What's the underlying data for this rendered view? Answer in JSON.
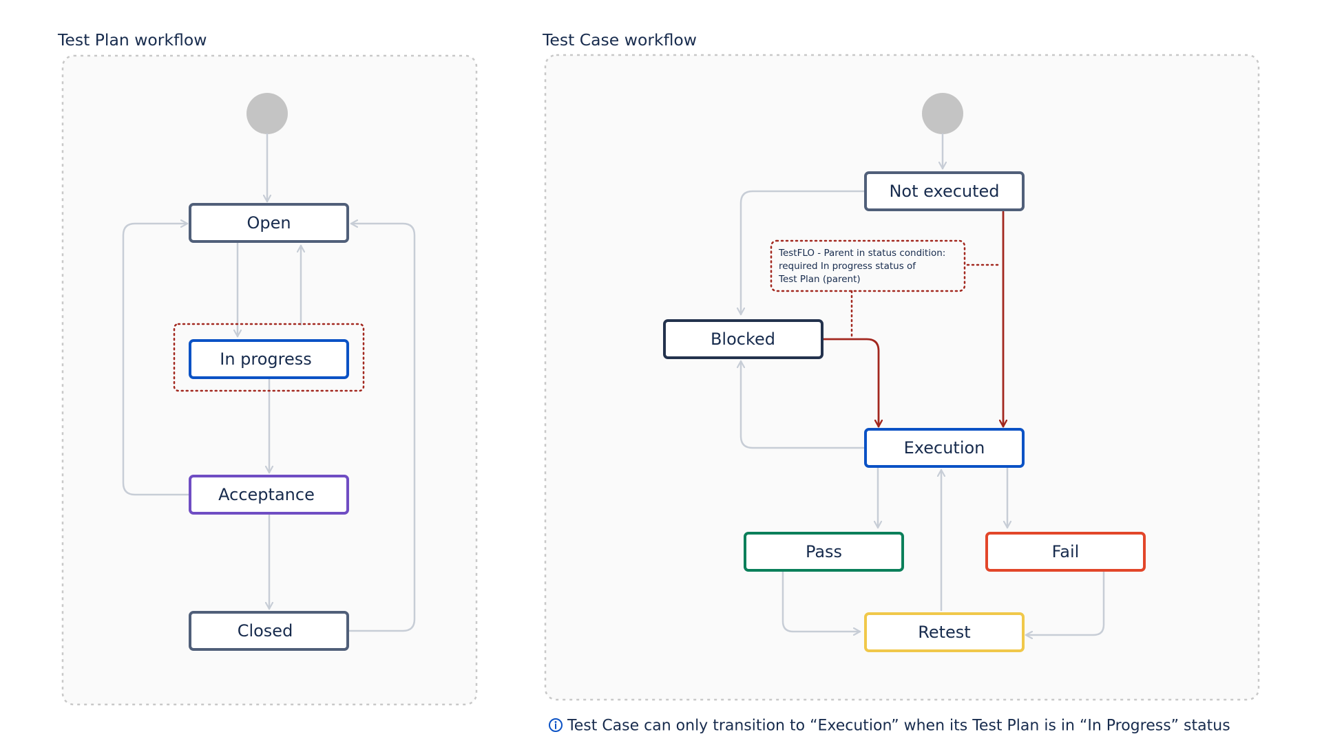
{
  "test_plan": {
    "title": "Test Plan workflow",
    "states": {
      "open": "Open",
      "in_progress": "In progress",
      "acceptance": "Acceptance",
      "closed": "Closed"
    }
  },
  "test_case": {
    "title": "Test Case workflow",
    "states": {
      "not_executed": "Not executed",
      "blocked": "Blocked",
      "execution": "Execution",
      "pass": "Pass",
      "fail": "Fail",
      "retest": "Retest"
    },
    "condition": {
      "line1": "TestFLO - Parent in status condition:",
      "line2": "required In progress status of",
      "line3": "Test Plan (parent)"
    }
  },
  "footnote": {
    "icon": "info-icon",
    "text": "Test Case can only transition to “Execution” when its Test Plan is in “In Progress” status"
  },
  "colors": {
    "open": "#505f79",
    "in_progress": "#0b52c5",
    "acceptance": "#6f4dc3",
    "closed": "#505f79",
    "not_executed": "#505f79",
    "blocked": "#23324d",
    "execution": "#0b52c5",
    "pass": "#0b7f5a",
    "fail": "#e2462a",
    "retest": "#f0c84a",
    "condition": "#a2271e",
    "info": "#0b52c5"
  }
}
